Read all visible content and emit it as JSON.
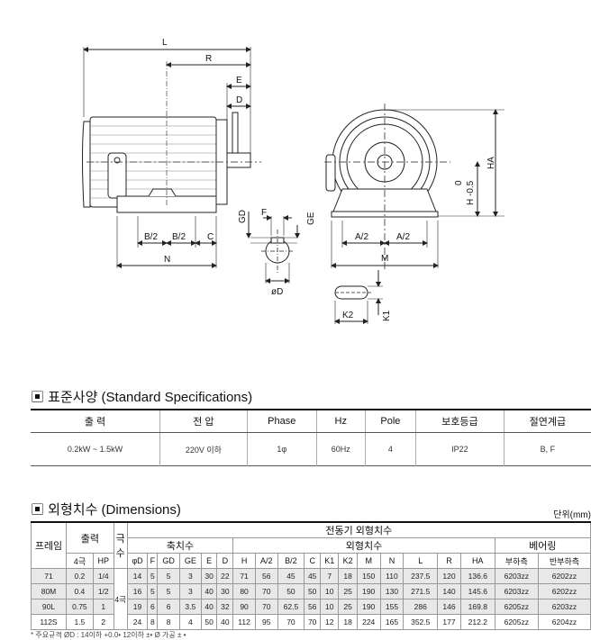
{
  "drawing": {
    "labels": {
      "L": "L",
      "R": "R",
      "E": "E",
      "D": "D",
      "B2a": "B/2",
      "B2b": "B/2",
      "C": "C",
      "N": "N",
      "GD": "GD",
      "F": "F",
      "GE": "GE",
      "phiD": "øD",
      "A2a": "A/2",
      "A2b": "A/2",
      "M": "M",
      "HA": "HA",
      "H05": "H -0.5",
      "H0": "0",
      "K2": "K2",
      "K1": "K1"
    }
  },
  "spec": {
    "title": "▣ 표준사양 (Standard Specifications)",
    "headers": [
      "출 력",
      "전 압",
      "Phase",
      "Hz",
      "Pole",
      "보호등급",
      "절연계급"
    ],
    "row": [
      "0.2kW ~ 1.5kW",
      "220V 이하",
      "1φ",
      "60Hz",
      "4",
      "IP22",
      "B, F"
    ]
  },
  "dims": {
    "title": "▣ 외형치수 (Dimensions)",
    "unit": "단위(mm)",
    "h_frame": "프레임",
    "h_output": "출력",
    "h_pole": "극수",
    "h_motor": "전동기 외형치수",
    "h_shaft": "축치수",
    "h_outer": "외형치수",
    "h_bearing": "베어링",
    "out_cols": [
      "4극",
      "HP"
    ],
    "shaft_cols": [
      "φD",
      "F",
      "GD",
      "GE",
      "E",
      "D"
    ],
    "outer_cols": [
      "H",
      "A/2",
      "B/2",
      "C",
      "K1",
      "K2",
      "M",
      "N",
      "L",
      "R",
      "HA"
    ],
    "bearing_cols": [
      "부하측",
      "반부하측"
    ],
    "pole_value": "4극",
    "rows": [
      {
        "frame": "71",
        "kw": "0.2",
        "hp": "1/4",
        "shaft": [
          "14",
          "5",
          "5",
          "3",
          "30",
          "22"
        ],
        "outer": [
          "71",
          "56",
          "45",
          "45",
          "7",
          "18",
          "150",
          "110",
          "237.5",
          "120",
          "136.6"
        ],
        "bearing": [
          "6203zz",
          "6202zz"
        ]
      },
      {
        "frame": "80M",
        "kw": "0.4",
        "hp": "1/2",
        "shaft": [
          "16",
          "5",
          "5",
          "3",
          "40",
          "30"
        ],
        "outer": [
          "80",
          "70",
          "50",
          "50",
          "10",
          "25",
          "190",
          "130",
          "271.5",
          "140",
          "145.6"
        ],
        "bearing": [
          "6203zz",
          "6202zz"
        ]
      },
      {
        "frame": "90L",
        "kw": "0.75",
        "hp": "1",
        "shaft": [
          "19",
          "6",
          "6",
          "3.5",
          "40",
          "32"
        ],
        "outer": [
          "90",
          "70",
          "62.5",
          "56",
          "10",
          "25",
          "190",
          "155",
          "286",
          "146",
          "169.8"
        ],
        "bearing": [
          "6205zz",
          "6203zz"
        ]
      },
      {
        "frame": "112S",
        "kw": "1.5",
        "hp": "2",
        "shaft": [
          "24",
          "8",
          "8",
          "4",
          "50",
          "40"
        ],
        "outer": [
          "112",
          "95",
          "70",
          "70",
          "12",
          "18",
          "224",
          "165",
          "352.5",
          "177",
          "212.2"
        ],
        "bearing": [
          "6205zz",
          "6204zz"
        ]
      }
    ],
    "footnote": "* 주요규격 ØD : 14이하 +0.0• 12이하 ±• Ø 가공 ± •"
  }
}
